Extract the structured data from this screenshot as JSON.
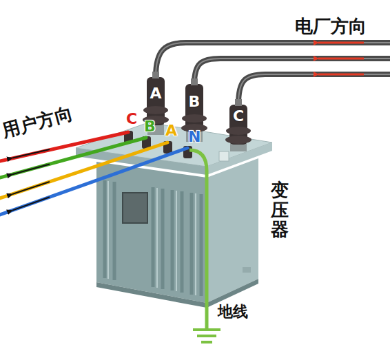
{
  "diagram": {
    "nodes": [
      {
        "text": [
          "变压器"
        ]
      },
      {
        "text": [
          "A"
        ]
      },
      {
        "text": [
          "B"
        ]
      },
      {
        "text": [
          "C"
        ]
      }
    ],
    "labels": [
      "电厂方向",
      "用户方向",
      "C",
      "B",
      "A",
      "N",
      "地线"
    ]
  }
}
